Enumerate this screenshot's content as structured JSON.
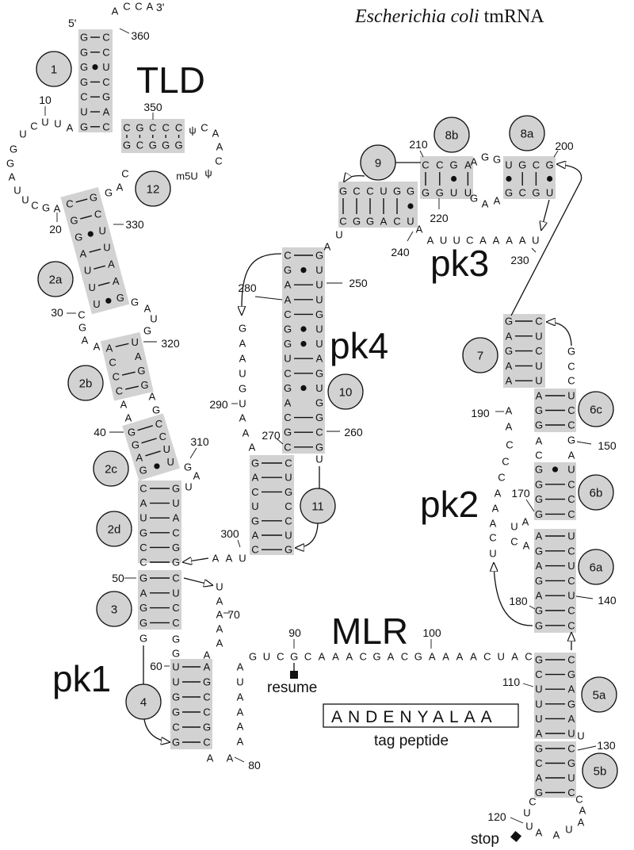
{
  "title": {
    "species": "Escherichia coli",
    "molecule": "tmRNA"
  },
  "domains": {
    "tld": "TLD",
    "pk1": "pk1",
    "pk2": "pk2",
    "pk3": "pk3",
    "pk4": "pk4",
    "mlr": "MLR"
  },
  "ends": {
    "five_prime": "5'",
    "three_prime": "3'"
  },
  "helix_labels": [
    "1",
    "12",
    "2a",
    "2b",
    "2c",
    "2d",
    "3",
    "4",
    "9",
    "8b",
    "8a",
    "10",
    "11",
    "7",
    "6c",
    "6b",
    "6a",
    "5a",
    "5b"
  ],
  "helices": {
    "h1": {
      "left": "GGGGCUG",
      "right": "CCUCGAC",
      "pairs": "--•----"
    },
    "h12": {
      "top": "CGCCC",
      "bottom": "GCGGG",
      "pairs": "|||||"
    },
    "h2a": {
      "left": "CGGAUUU",
      "right": "GCUUAAG",
      "pairs": "--•---•"
    },
    "h2b": {
      "left": "ACCC",
      "right": "UAGG",
      "pairs": "- --"
    },
    "h2c": {
      "left": "GGAG",
      "right": "CCUU",
      "pairs": "---•"
    },
    "h2d": {
      "left": "CAUGCC",
      "right": "GUACGG",
      "pairs": "------"
    },
    "h3": {
      "left": "GAGG",
      "right": "CUCC",
      "pairs": "----"
    },
    "h4": {
      "left": "UUGGCG",
      "right": "AGCCGC",
      "pairs": "------"
    },
    "h9": {
      "top": "GCCUGG",
      "bottom": "CGGACU",
      "pairs": "|||||•"
    },
    "h8b": {
      "top": "CCGA",
      "bottom": "GGUU",
      "pairs": "||•|"
    },
    "h8a": {
      "top": "UGCG",
      "bottom": "GCGU",
      "pairs": "•||•"
    },
    "h10": {
      "left": "CGAACGGUCGACGC",
      "right": "GUUUGUUAGUGGCG",
      "pairs": "-•---••--• ---"
    },
    "h11": {
      "left": "GACUGAC",
      "right": "CUGCCUG",
      "pairs": "--- ---"
    },
    "h7": {
      "left": "GAGAA",
      "right": "CUCUU",
      "pairs": "-----"
    },
    "h6c": {
      "left": "AGG",
      "right": "UCC",
      "pairs": "---"
    },
    "h6b": {
      "left": "GGGG",
      "right": "UCCC",
      "pairs": "•---"
    },
    "h6a": {
      "left": "AGAGAGG",
      "right": "UCUCUCC",
      "pairs": "-------"
    },
    "h5a": {
      "left": "GCUUUA",
      "right": "CGAGAU",
      "pairs": "------"
    },
    "h5b": {
      "left": "GCAG",
      "right": "CGUC",
      "pairs": "----"
    }
  },
  "loops": {
    "tail3": "ACCA",
    "l1": "AUUCUGGAUUCGA",
    "l12a": "GAC",
    "l12loop": [
      "ψ",
      "C",
      "A",
      "A",
      "C",
      "ψ",
      "m5U"
    ],
    "l2ab_left": "CGAA",
    "l2ab_right": "GAUG",
    "l2bc_left": "AA",
    "l2bc_right": "AG",
    "l2cd": "GAU",
    "l34_left": "G",
    "l34_right": "GG",
    "l4_top": "A",
    "l69": "UAAAA",
    "l75": "AUAAAA",
    "l4_bottom": "AA",
    "mlr": "GUCGCAAACGACGAAAACUAC",
    "l5ab": "U",
    "l5b": "CUUAAUAAC",
    "l6_left": "UCAAACCCAA",
    "l6ba": "UACA",
    "l6cb_left": "AC",
    "l6cb_right": "GA",
    "l7_right": "GCC",
    "pk3_linker": "AAUUCAAAAU",
    "l8_top": "AGG",
    "l8_bottom": "GAA",
    "l9_10": "UA",
    "pk4_left": "GAAUGUAAA",
    "l10_below": "U",
    "l_aau": "AAU"
  },
  "position_numbers": [
    "360",
    "10",
    "350",
    "20",
    "330",
    "30",
    "320",
    "40",
    "310",
    "50",
    "70",
    "60",
    "80",
    "90",
    "100",
    "110",
    "120",
    "130",
    "140",
    "150",
    "170",
    "180",
    "190",
    "200",
    "210",
    "220",
    "230",
    "240",
    "250",
    "260",
    "270",
    "280",
    "290",
    "300"
  ],
  "markers": {
    "resume": "resume",
    "stop": "stop"
  },
  "tag_peptide": {
    "sequence": "ANDENYALAA",
    "label": "tag peptide"
  }
}
